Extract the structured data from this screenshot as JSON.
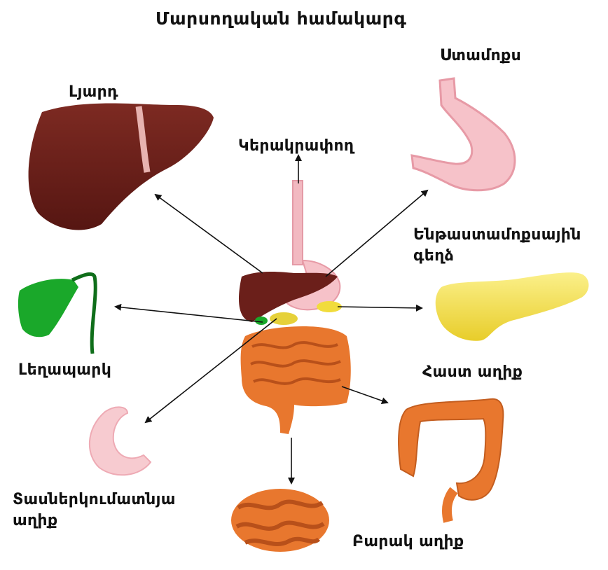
{
  "title": "Մարսողական համակարգ",
  "labels": {
    "liver": "Լյարդ",
    "stomach": "Ստամոքս",
    "esophagus": "Կերակրափող",
    "pancreas": [
      "Ենթաստամոքսային",
      "գեղձ"
    ],
    "gallbladder": "Լեղապարկ",
    "large_intestine": "Հաստ աղիք",
    "duodenum": [
      "Տասներկումատնյա",
      "աղիք"
    ],
    "small_intestine": "Բարակ աղիք"
  },
  "colors": {
    "liver": "#6b1f1a",
    "liver_light": "#8a2e26",
    "stomach": "#f6c2c9",
    "pancreas": "#f7e35a",
    "gallbladder": "#1aa82a",
    "intestine": "#e8772e",
    "intestine_dark": "#b8501a",
    "arrow": "#111111"
  }
}
